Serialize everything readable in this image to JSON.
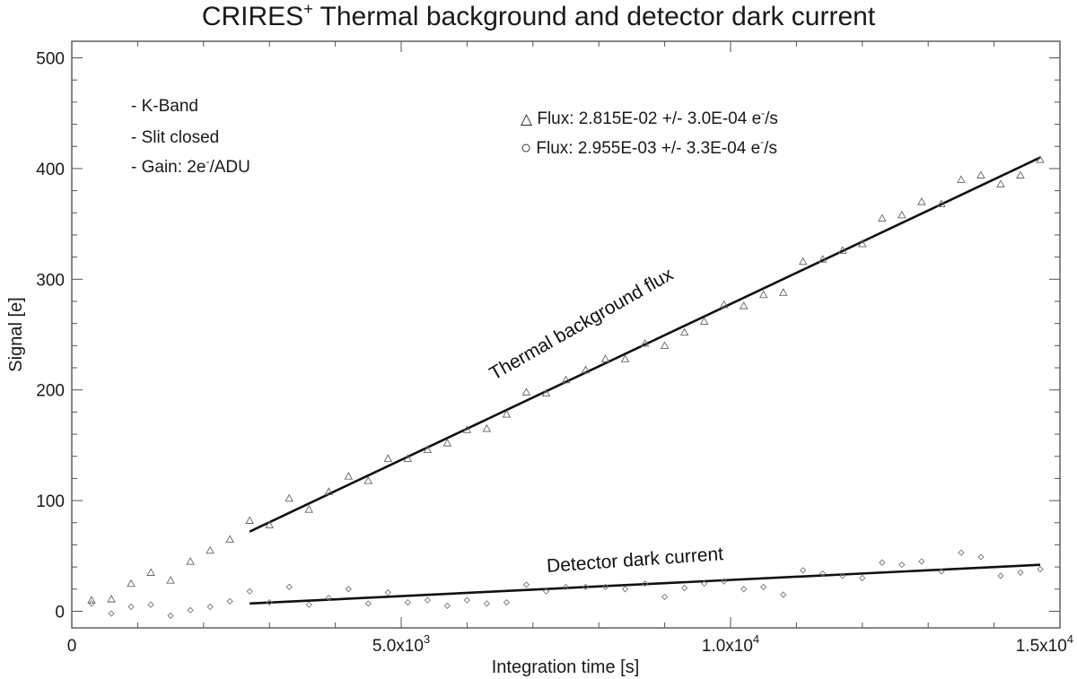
{
  "title": {
    "prefix": "CRIRES",
    "sup": "+",
    "rest": " Thermal background and detector dark current"
  },
  "notes": [
    {
      "text": "- K-Band",
      "sup": "",
      "tail": ""
    },
    {
      "text": "- Slit closed",
      "sup": "",
      "tail": ""
    },
    {
      "text": "- Gain: 2e",
      "sup": "-",
      "tail": "/ADU"
    }
  ],
  "legend": [
    {
      "symbol": "△",
      "text": "Flux: 2.815E-02 +/- 3.0E-04 e",
      "sup": "-",
      "tail": "/s"
    },
    {
      "symbol": "○",
      "text": "Flux: 2.955E-03 +/- 3.3E-04 e",
      "sup": "-",
      "tail": "/s"
    }
  ],
  "chart_data": {
    "type": "scatter",
    "title": "CRIRES+ Thermal background and detector dark current",
    "xlabel": "Integration time [s]",
    "ylabel": "Signal [e]",
    "xlim": [
      0,
      15000
    ],
    "ylim": [
      -15,
      515
    ],
    "xticks": [
      0,
      5000,
      10000,
      15000
    ],
    "xtick_labels": [
      {
        "base": "0",
        "exp": ""
      },
      {
        "base": "5.0x10",
        "exp": "3"
      },
      {
        "base": "1.0x10",
        "exp": "4"
      },
      {
        "base": "1.5x10",
        "exp": "4"
      }
    ],
    "yticks": [
      0,
      100,
      200,
      300,
      400,
      500
    ],
    "ytick_labels": [
      "0",
      "100",
      "200",
      "300",
      "400",
      "500"
    ],
    "line_labels": [
      "Thermal background flux",
      "Detector dark current"
    ],
    "series": [
      {
        "marker": "triangle",
        "x": [
          300,
          600,
          900,
          1200,
          1500,
          1800,
          2100,
          2400,
          2700,
          3000,
          3300,
          3600,
          3900,
          4200,
          4500,
          4800,
          5100,
          5400,
          5700,
          6000,
          6300,
          6600,
          6900,
          7200,
          7500,
          7800,
          8100,
          8400,
          8700,
          9000,
          9300,
          9600,
          9900,
          10200,
          10500,
          10800,
          11100,
          11400,
          11700,
          12000,
          12300,
          12600,
          12900,
          13200,
          13500,
          13800,
          14100,
          14400,
          14700
        ],
        "y": [
          10,
          11,
          25,
          35,
          28,
          45,
          55,
          65,
          82,
          78,
          102,
          92,
          108,
          122,
          118,
          138,
          138,
          146,
          152,
          164,
          165,
          178,
          198,
          197,
          209,
          218,
          228,
          228,
          242,
          240,
          252,
          262,
          277,
          276,
          286,
          288,
          316,
          318,
          326,
          332,
          355,
          358,
          370,
          368,
          390,
          394,
          386,
          394,
          408
        ]
      },
      {
        "marker": "diamond",
        "x": [
          300,
          600,
          900,
          1200,
          1500,
          1800,
          2100,
          2400,
          2700,
          3000,
          3300,
          3600,
          3900,
          4200,
          4500,
          4800,
          5100,
          5400,
          5700,
          6000,
          6300,
          6600,
          6900,
          7200,
          7500,
          7800,
          8100,
          8400,
          8700,
          9000,
          9300,
          9600,
          9900,
          10200,
          10500,
          10800,
          11100,
          11400,
          11700,
          12000,
          12300,
          12600,
          12900,
          13200,
          13500,
          13800,
          14100,
          14400,
          14700
        ],
        "y": [
          7,
          -2,
          4,
          6,
          -4,
          1,
          4,
          9,
          18,
          8,
          22,
          6,
          12,
          20,
          7,
          17,
          8,
          10,
          5,
          10,
          7,
          8,
          24,
          18,
          22,
          22,
          22,
          20,
          25,
          13,
          21,
          25,
          27,
          20,
          22,
          15,
          37,
          34,
          32,
          30,
          44,
          42,
          45,
          36,
          53,
          49,
          32,
          35,
          38
        ]
      }
    ],
    "fits": [
      {
        "x": [
          2700,
          14700
        ],
        "y": [
          72,
          410
        ]
      },
      {
        "x": [
          2700,
          14700
        ],
        "y": [
          7,
          42
        ]
      }
    ]
  }
}
